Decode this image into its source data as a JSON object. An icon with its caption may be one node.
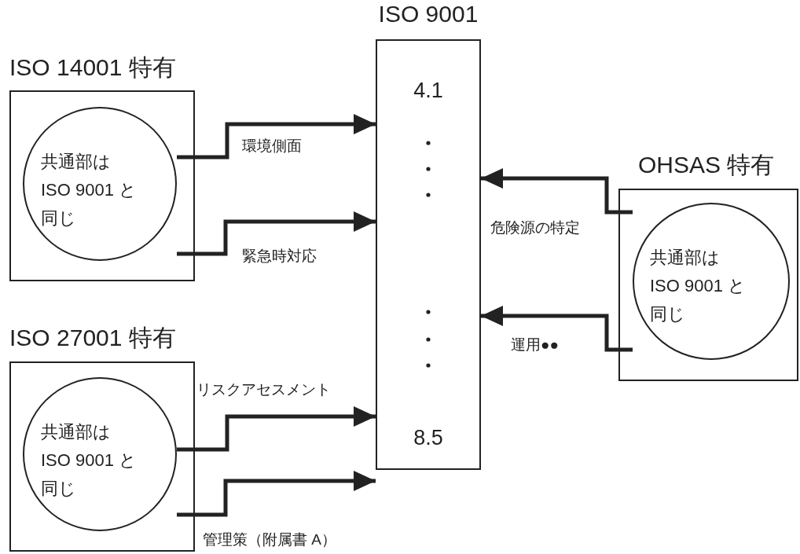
{
  "diagram": {
    "nodes": [
      {
        "text": [
          "ISO 9001",
          "4.1",
          "8.5"
        ]
      },
      {
        "text": [
          "ISO 14001 特有"
        ]
      },
      {
        "text": [
          "共通部は ISO 9001 と同じ"
        ],
        "in": 1
      },
      {
        "text": [
          "ISO 27001 特有"
        ]
      },
      {
        "text": [
          "共通部は ISO 9001 と同じ"
        ],
        "in": 3
      },
      {
        "text": [
          "OHSAS 特有"
        ]
      },
      {
        "text": [
          "共通部は ISO 9001 と同じ"
        ],
        "in": 5
      }
    ],
    "edges": [
      {
        "from": 2,
        "to": 0,
        "arrow": "to",
        "label": "環境側面"
      },
      {
        "from": 2,
        "to": 0,
        "arrow": "to",
        "label": "緊急時対応"
      },
      {
        "from": 4,
        "to": 0,
        "arrow": "to",
        "label": "リスクアセスメント"
      },
      {
        "from": 4,
        "to": 0,
        "arrow": "to",
        "label": "管理策（附属書 A）"
      },
      {
        "from": 6,
        "to": 0,
        "arrow": "to",
        "label": "危険源の特定"
      },
      {
        "from": 6,
        "to": 0,
        "arrow": "to",
        "label": "運用●●"
      }
    ]
  }
}
